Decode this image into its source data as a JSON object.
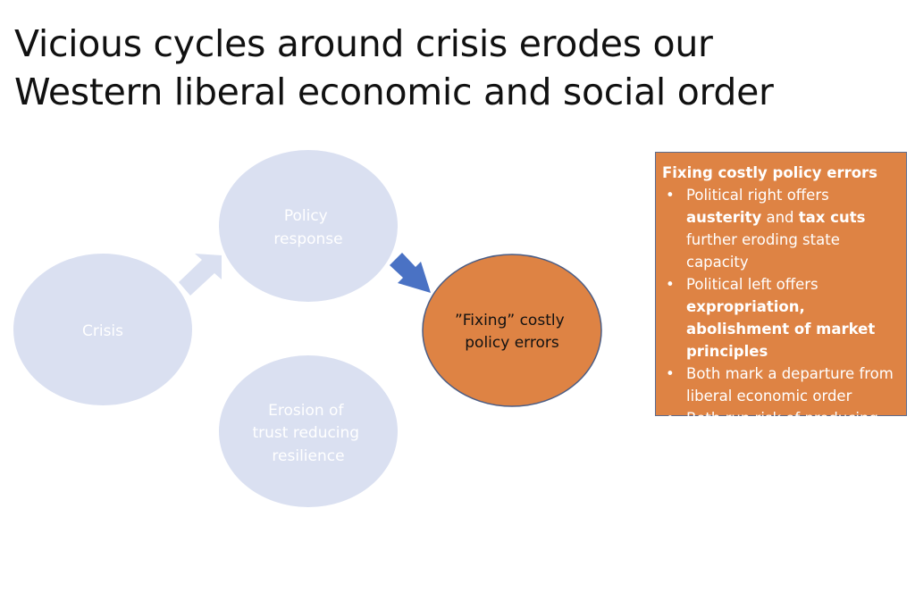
{
  "slide": {
    "title_line1": "Vicious cycles around crisis erodes our",
    "title_line2": "Western liberal economic and social order"
  },
  "diagram": {
    "nodes": [
      {
        "id": "crisis",
        "lines": [
          "Crisis"
        ],
        "color": "#dae0f1",
        "text_color": "#ffffff"
      },
      {
        "id": "policy-response",
        "lines": [
          "Policy",
          "response"
        ],
        "color": "#dae0f1",
        "text_color": "#ffffff"
      },
      {
        "id": "fixing-errors",
        "lines": [
          "”Fixing” costly",
          "policy errors"
        ],
        "color": "#de8344",
        "text_color": "#111111"
      },
      {
        "id": "erosion-of-trust",
        "lines": [
          "Erosion of",
          "trust reducing",
          "resilience"
        ],
        "color": "#dae0f1",
        "text_color": "#ffffff"
      }
    ],
    "arrows": [
      {
        "id": "crisis-to-policy",
        "color": "#dae0f1"
      },
      {
        "id": "policy-to-fixing",
        "color": "#4a72c4"
      }
    ]
  },
  "panel": {
    "title": "Fixing costly policy errors",
    "bullet_symbol": "•",
    "bullets": [
      [
        {
          "text": "Political right offers ",
          "bold": false
        },
        {
          "text": "austerity",
          "bold": true
        },
        {
          "text": " and ",
          "bold": false
        },
        {
          "text": "tax cuts",
          "bold": true
        },
        {
          "text": " further eroding state capacity",
          "bold": false
        }
      ],
      [
        {
          "text": "Political left offers ",
          "bold": false
        },
        {
          "text": "expropriation, abolishment of market principles",
          "bold": true
        }
      ],
      [
        {
          "text": "Both mark a departure from liberal economic order",
          "bold": false
        }
      ],
      [
        {
          "text": "Both run risk of producing authoritarianism",
          "bold": false
        }
      ]
    ],
    "background_color": "#de8344",
    "border_color": "#5b6c8f"
  }
}
